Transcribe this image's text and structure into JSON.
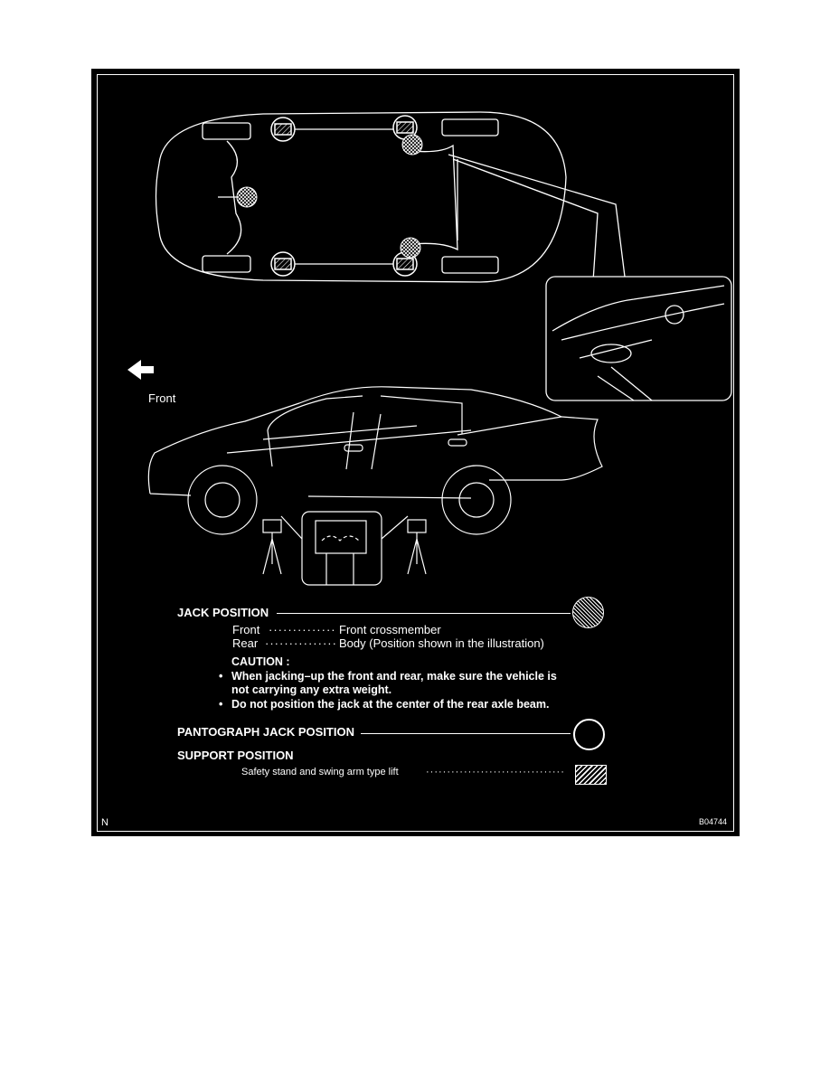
{
  "diagram": {
    "direction_label": "Front",
    "figure_code": "B04744",
    "corner_mark": "N"
  },
  "legend": {
    "jack_position": {
      "title": "JACK POSITION",
      "rows": [
        {
          "label": "Front",
          "value": "Front crossmember"
        },
        {
          "label": "Rear",
          "value": "Body (Position shown in the illustration)"
        }
      ],
      "caution_title": "CAUTION :",
      "caution_items": [
        "When jacking–up the front and rear, make sure the vehicle is",
        "not carrying any extra weight.",
        "Do not position the jack at the center of the rear axle beam."
      ]
    },
    "pantograph": {
      "title": "PANTOGRAPH JACK POSITION"
    },
    "support": {
      "title": "SUPPORT POSITION",
      "item": "Safety stand and swing arm type lift"
    }
  }
}
